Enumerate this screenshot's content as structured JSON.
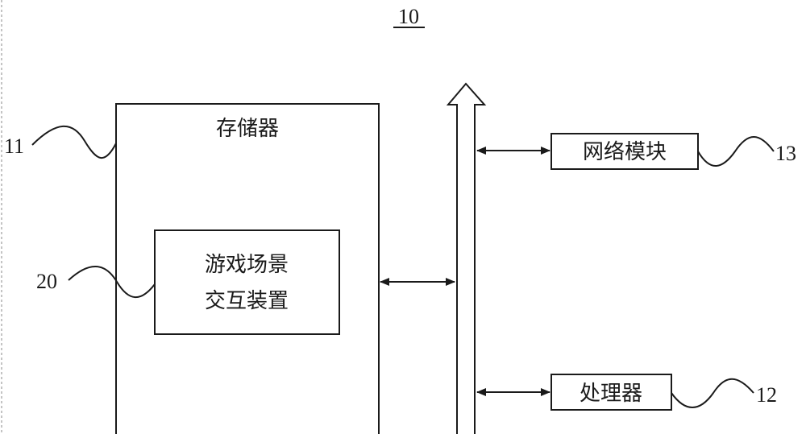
{
  "figure_number": "10",
  "components": {
    "memory": {
      "label": "存储器",
      "ref": "11"
    },
    "game_device": {
      "label_line1": "游戏场景",
      "label_line2": "交互装置",
      "ref": "20"
    },
    "network": {
      "label": "网络模块",
      "ref": "13"
    },
    "processor": {
      "label": "处理器",
      "ref": "12"
    }
  }
}
